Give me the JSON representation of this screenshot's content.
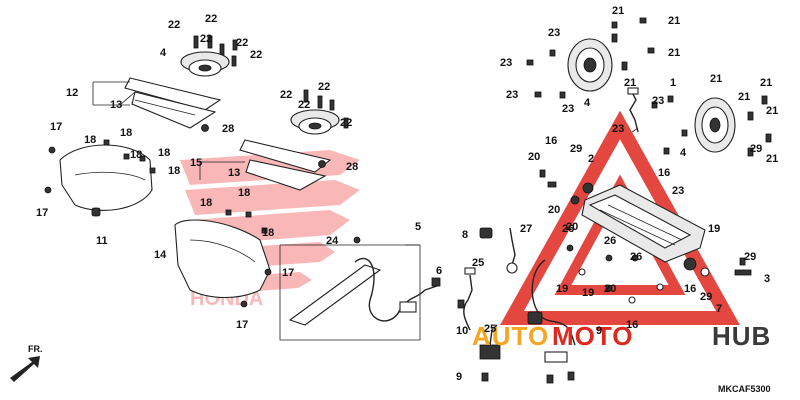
{
  "diagram": {
    "code": "MKCAF5300",
    "direction_label": "FR.",
    "watermark": {
      "part1": "AUTO",
      "part2": "MOTO",
      "part3": "HUB",
      "color_orange": "#f5a623",
      "color_red": "#e0281f",
      "color_dark": "#3a3a3a"
    },
    "brand_mark": "HONDA",
    "callouts": [
      "22",
      "22",
      "22",
      "22",
      "22",
      "4",
      "12",
      "13",
      "28",
      "17",
      "18",
      "18",
      "18",
      "18",
      "18",
      "17",
      "11",
      "22",
      "22",
      "22",
      "22",
      "15",
      "13",
      "28",
      "18",
      "18",
      "18",
      "14",
      "17",
      "17",
      "5",
      "24",
      "6",
      "21",
      "21",
      "23",
      "21",
      "23",
      "21",
      "23",
      "4",
      "23",
      "23",
      "1",
      "23",
      "4",
      "21",
      "21",
      "21",
      "21",
      "21",
      "29",
      "16",
      "29",
      "20",
      "2",
      "23",
      "16",
      "20",
      "20",
      "19",
      "26",
      "26",
      "19",
      "26",
      "19",
      "20",
      "16",
      "16",
      "29",
      "29",
      "3",
      "7",
      "8",
      "27",
      "25",
      "10",
      "25",
      "9",
      "9"
    ]
  }
}
